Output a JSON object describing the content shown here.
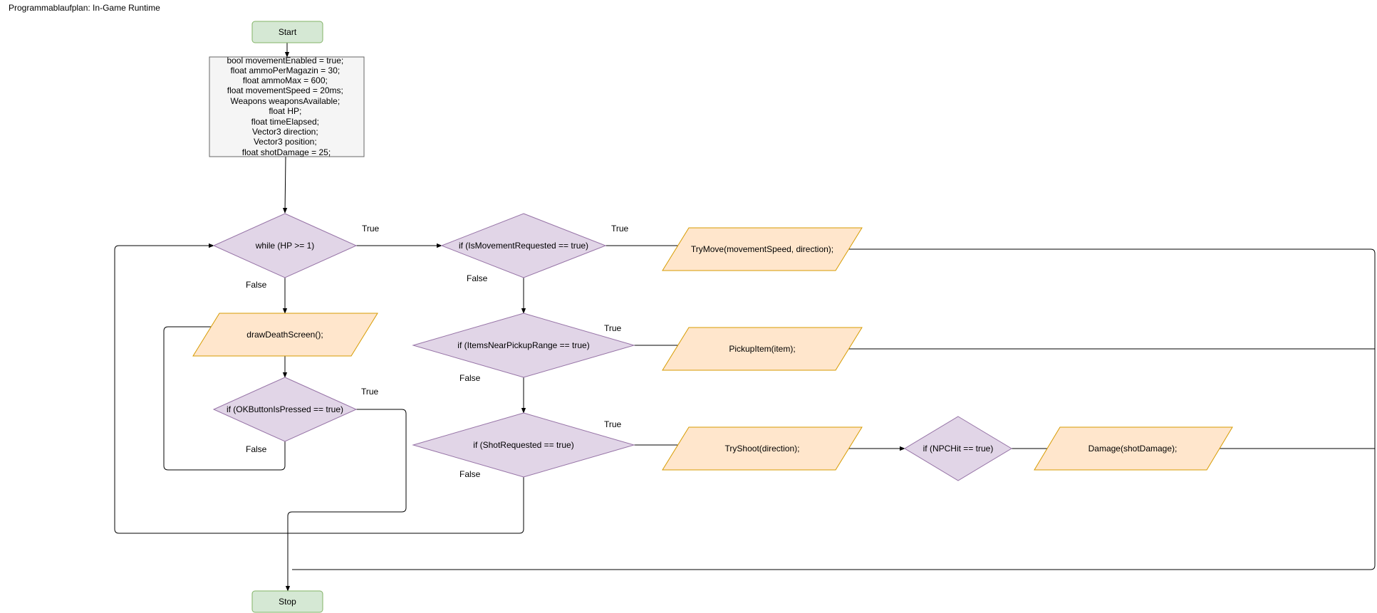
{
  "title": "Programmablaufplan:  In-Game Runtime",
  "nodes": {
    "start": "Start",
    "stop": "Stop",
    "init": [
      "bool movementEnabled = true;",
      "float ammoPerMagazin = 30;",
      "float ammoMax = 600;",
      "float movementSpeed = 20ms;",
      "Weapons weaponsAvailable;",
      "float HP;",
      "float timeElapsed;",
      "Vector3 direction;",
      "Vector3 position;",
      "float shotDamage = 25;"
    ],
    "while_hp": "while (HP >= 1)",
    "death_screen": "drawDeathScreen();",
    "ok_button": "if (OKButtonIsPressed == true)",
    "movement_requested": "if (IsMovementRequested == true)",
    "try_move": "TryMove(movementSpeed, direction);",
    "items_near": "if (ItemsNearPickupRange == true)",
    "pickup": "PickupItem(item);",
    "shot_requested": "if (ShotRequested == true)",
    "try_shoot": "TryShoot(direction);",
    "npc_hit": "if (NPCHit == true)",
    "damage": "Damage(shotDamage);"
  },
  "edge_labels": {
    "while_true": "True",
    "while_false": "False",
    "move_true": "True",
    "move_false": "False",
    "items_true": "True",
    "items_false": "False",
    "shot_true": "True",
    "shot_false": "False",
    "ok_true": "True",
    "ok_false": "False"
  },
  "colors": {
    "terminal_fill": "#d5e8d4",
    "terminal_stroke": "#82b366",
    "process_fill": "#f5f5f5",
    "process_stroke": "#666666",
    "decision_fill": "#e1d5e7",
    "decision_stroke": "#9673a6",
    "io_fill": "#ffe6cc",
    "io_stroke": "#d79b00"
  }
}
